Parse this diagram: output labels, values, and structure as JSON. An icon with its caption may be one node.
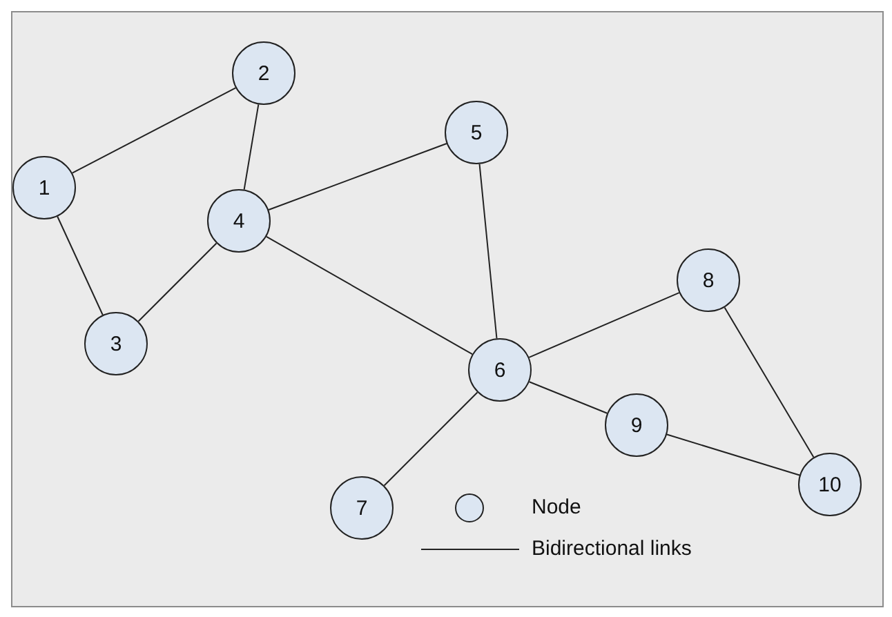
{
  "diagram": {
    "nodes": [
      {
        "text": [
          "1"
        ]
      },
      {
        "text": [
          "2"
        ]
      },
      {
        "text": [
          "3"
        ]
      },
      {
        "text": [
          "4"
        ]
      },
      {
        "text": [
          "5"
        ]
      },
      {
        "text": [
          "6"
        ]
      },
      {
        "text": [
          "7"
        ]
      },
      {
        "text": [
          "8"
        ]
      },
      {
        "text": [
          "9"
        ]
      },
      {
        "text": [
          "10"
        ]
      }
    ],
    "edges": [
      {
        "from": 0,
        "to": 1,
        "arrow": "none"
      },
      {
        "from": 0,
        "to": 2,
        "arrow": "none"
      },
      {
        "from": 1,
        "to": 3,
        "arrow": "none"
      },
      {
        "from": 3,
        "to": 2,
        "arrow": "none"
      },
      {
        "from": 3,
        "to": 4,
        "arrow": "none"
      },
      {
        "from": 3,
        "to": 5,
        "arrow": "none"
      },
      {
        "from": 4,
        "to": 5,
        "arrow": "none"
      },
      {
        "from": 5,
        "to": 7,
        "arrow": "none"
      },
      {
        "from": 5,
        "to": 8,
        "arrow": "none"
      },
      {
        "from": 5,
        "to": 6,
        "arrow": "none"
      },
      {
        "from": 7,
        "to": 9,
        "arrow": "none"
      },
      {
        "from": 8,
        "to": 9,
        "arrow": "none"
      }
    ],
    "legend": [
      {
        "text": "Node"
      },
      {
        "text": "Bidirectional links"
      }
    ]
  }
}
